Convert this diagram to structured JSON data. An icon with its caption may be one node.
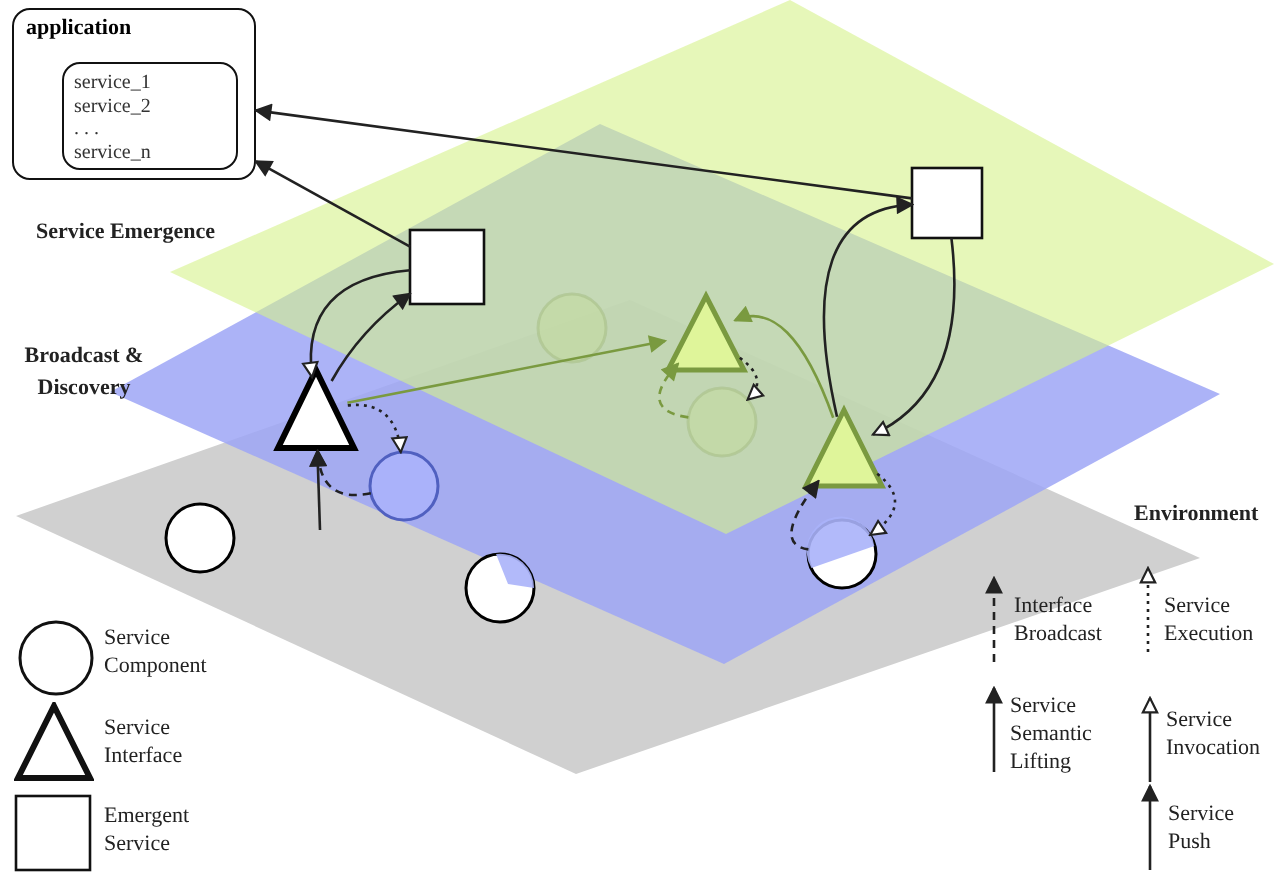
{
  "diagram": {
    "nodes": [
      {
        "text": [
          "application"
        ]
      },
      {
        "text": [
          "service_1 service_2 . . . service_n"
        ],
        "in": 0
      },
      {
        "text": [],
        "shape": "box"
      },
      {
        "text": [],
        "shape": "box"
      },
      {
        "text": [],
        "shape": "triangle"
      },
      {
        "text": [],
        "shape": "circle"
      },
      {
        "text": [],
        "shape": "triangle"
      },
      {
        "text": [],
        "shape": "circle"
      },
      {
        "text": [],
        "shape": "circle"
      },
      {
        "text": [],
        "shape": "triangle"
      },
      {
        "text": [],
        "shape": "circle"
      },
      {
        "text": [],
        "shape": "circle"
      },
      {
        "text": [],
        "shape": "circle"
      }
    ],
    "edges": [
      {
        "from": 2,
        "to": 0,
        "arrow": "to"
      },
      {
        "from": 3,
        "to": 0,
        "arrow": "to"
      },
      {
        "from": 4,
        "to": 2,
        "arrow": "to"
      },
      {
        "from": 2,
        "to": 4,
        "arrow": "to"
      },
      {
        "from": 3,
        "to": 9,
        "arrow": "to"
      },
      {
        "from": 9,
        "to": 3,
        "arrow": "to"
      },
      {
        "from": 4,
        "to": 6,
        "arrow": "to",
        "color": "#7a9a40"
      },
      {
        "from": 9,
        "to": 6,
        "arrow": "to",
        "color": "#7a9a40"
      },
      {
        "from": 4,
        "to": 5,
        "arrow": "to",
        "style": "dashed"
      },
      {
        "from": 5,
        "to": 4,
        "arrow": "to",
        "style": "dashed"
      },
      {
        "from": 8,
        "to": 6,
        "arrow": "to",
        "style": "dashed",
        "color": "#7a9a40"
      },
      {
        "from": 6,
        "to": 8,
        "arrow": "to",
        "style": "dashed"
      },
      {
        "from": 10,
        "to": 9,
        "arrow": "to",
        "style": "dashed"
      },
      {
        "from": 9,
        "to": 10,
        "arrow": "to",
        "style": "dashed"
      },
      {
        "from": null,
        "to": 4,
        "arrow": "to"
      }
    ],
    "labels": [
      "Service Emergence",
      "Broadcast & Discovery",
      "Environment"
    ],
    "legend": [
      {
        "text": "Service Component"
      },
      {
        "text": "Service Interface"
      },
      {
        "text": "Emergent Service"
      },
      {
        "text": "Interface Broadcast"
      },
      {
        "text": "Service Execution"
      },
      {
        "text": "Service Semantic Lifting"
      },
      {
        "text": "Service Invocation"
      },
      {
        "text": "Service Push"
      }
    ]
  }
}
